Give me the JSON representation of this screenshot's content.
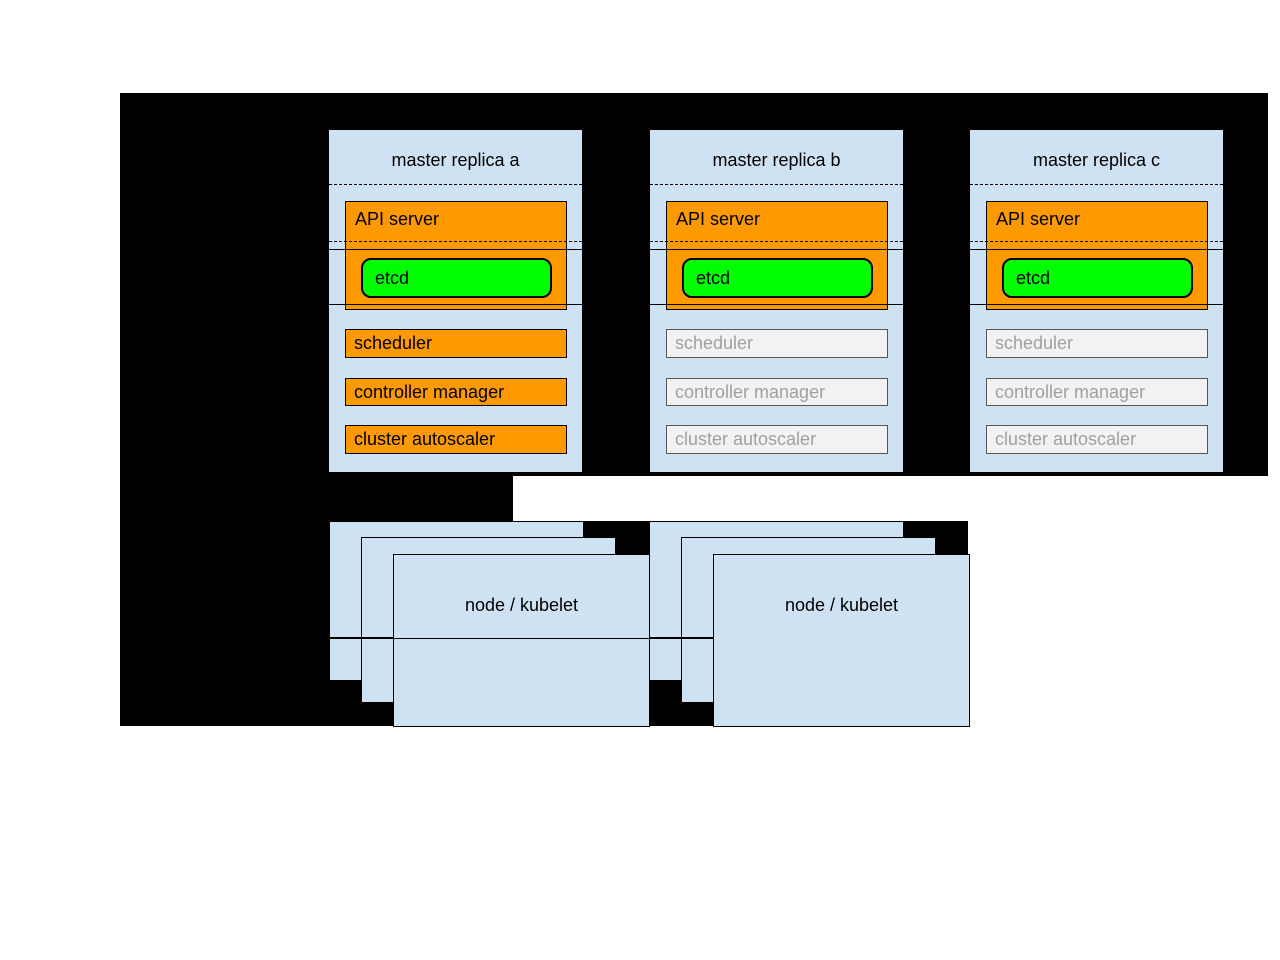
{
  "colors": {
    "background": "#000000",
    "panel-blue": "#cfe2f3",
    "active-orange": "#ff9900",
    "etcd-green": "#00ff00",
    "inactive-fill": "#f2f2f2",
    "inactive-text": "#a0a0a0",
    "inactive-border": "#555555"
  },
  "replicas": [
    {
      "title": "master replica a",
      "api_server_label": "API server",
      "etcd_label": "etcd",
      "components": [
        {
          "label": "scheduler",
          "state": "active"
        },
        {
          "label": "controller manager",
          "state": "active"
        },
        {
          "label": "cluster autoscaler",
          "state": "active"
        }
      ]
    },
    {
      "title": "master replica b",
      "api_server_label": "API server",
      "etcd_label": "etcd",
      "components": [
        {
          "label": "scheduler",
          "state": "standby"
        },
        {
          "label": "controller manager",
          "state": "standby"
        },
        {
          "label": "cluster autoscaler",
          "state": "standby"
        }
      ]
    },
    {
      "title": "master replica c",
      "api_server_label": "API server",
      "etcd_label": "etcd",
      "components": [
        {
          "label": "scheduler",
          "state": "standby"
        },
        {
          "label": "controller manager",
          "state": "standby"
        },
        {
          "label": "cluster autoscaler",
          "state": "standby"
        }
      ]
    }
  ],
  "node_groups": [
    {
      "label": "node / kubelet"
    },
    {
      "label": "node / kubelet"
    }
  ]
}
